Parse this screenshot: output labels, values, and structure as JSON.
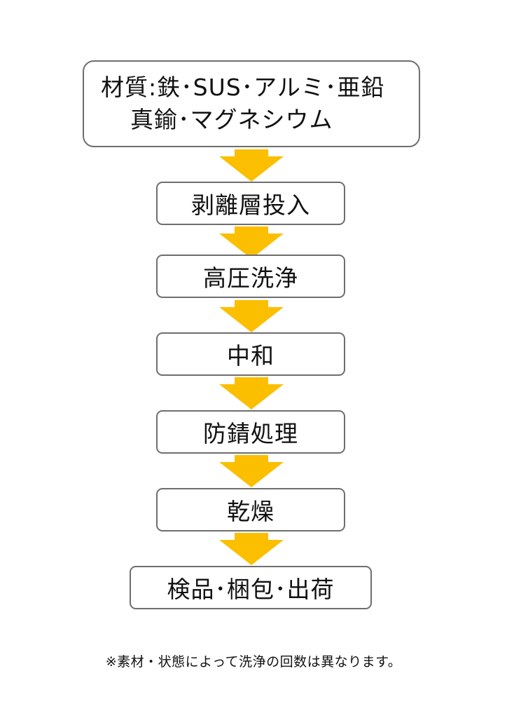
{
  "colors": {
    "arrow": "#fbbf00",
    "box_border": "#6e6e6e"
  },
  "flow": {
    "materials": {
      "line1": "材質:鉄･SUS･アルミ･亜鉛",
      "line2": "真鍮･マグネシウム"
    },
    "steps": [
      "剥離層投入",
      "高圧洗浄",
      "中和",
      "防錆処理",
      "乾燥",
      "検品･梱包･出荷"
    ]
  },
  "footnote": "※素材・状態によって洗浄の回数は異なります。"
}
